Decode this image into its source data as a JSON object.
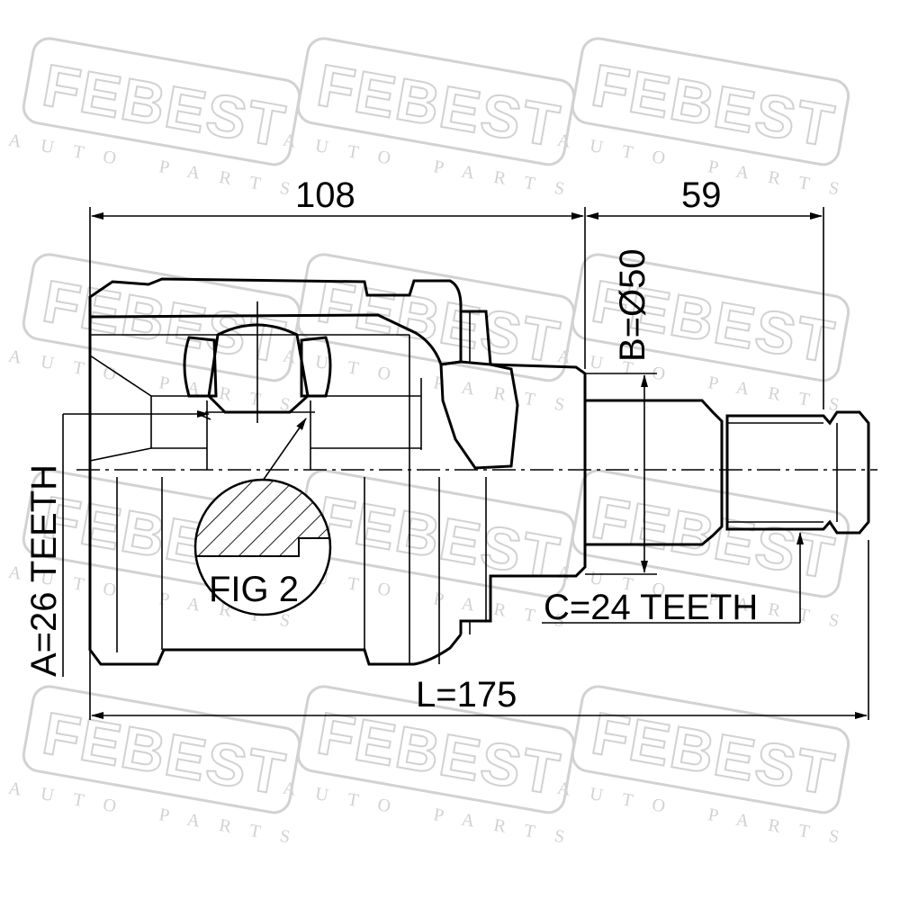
{
  "brand": {
    "name": "FEBEST",
    "tagline": "AUTO PARTS",
    "watermark_color": "#d2d2d2"
  },
  "dimensions": {
    "housing_length": "108",
    "shaft_length": "59",
    "total_length": "L=175",
    "outer_diameter": "B=Ø50",
    "inner_teeth": "A=26 TEETH",
    "outer_teeth": "C=24 TEETH"
  },
  "detail": {
    "label": "FIG 2"
  },
  "colors": {
    "line": "#000000",
    "background": "#ffffff"
  }
}
